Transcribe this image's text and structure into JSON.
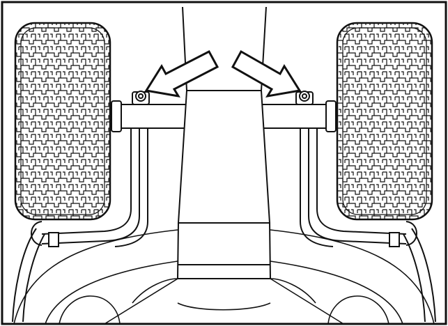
{
  "figure": {
    "subject": "front-axle-grease-fittings",
    "tread_pattern": "interlocking-chevron",
    "colors": {
      "ink": "#111111",
      "paper": "#ffffff",
      "tread_fill": "#ffffff"
    },
    "callouts": [
      {
        "id": "left-grease-arrow",
        "icon": "block-arrow-icon",
        "points_to": "left-grease-fitting"
      },
      {
        "id": "right-grease-arrow",
        "icon": "block-arrow-icon",
        "points_to": "right-grease-fitting"
      }
    ]
  }
}
